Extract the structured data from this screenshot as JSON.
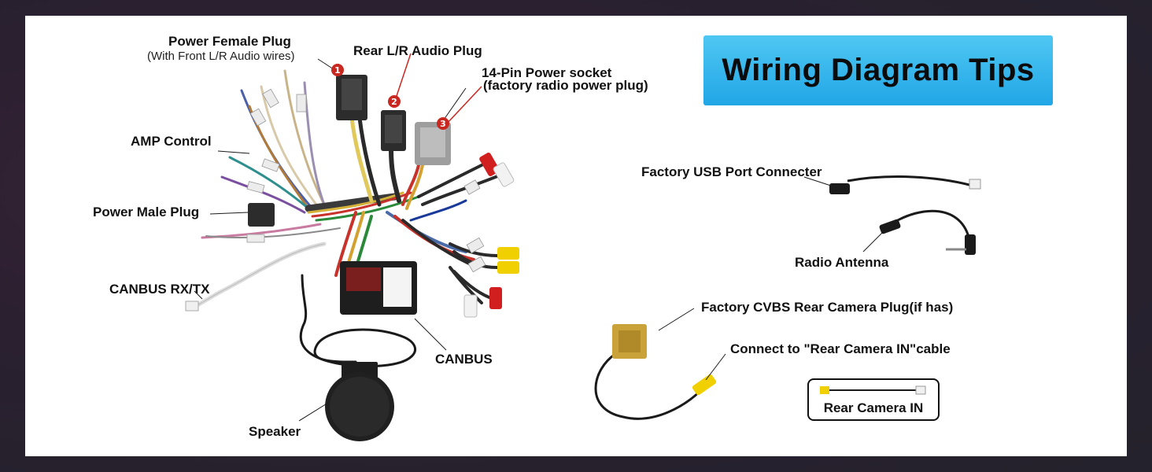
{
  "title": "Wiring Diagram Tips",
  "labels": {
    "power_female_plug": "Power Female Plug",
    "power_female_sub": "(With Front L/R Audio wires)",
    "rear_audio_plug": "Rear L/R Audio Plug",
    "power_socket": "14-Pin Power socket",
    "power_socket_sub": "(factory radio power plug)",
    "amp_control": "AMP Control",
    "power_male_plug": "Power Male Plug",
    "canbus_rxtx": "CANBUS RX/TX",
    "canbus": "CANBUS",
    "speaker": "Speaker",
    "usb_port": "Factory USB Port Connecter",
    "radio_antenna": "Radio Antenna",
    "cvbs_plug": "Factory CVBS Rear Camera Plug(if has)",
    "connect_rear_cam": "Connect to \"Rear Camera IN\"cable",
    "rear_camera_in": "Rear Camera IN"
  },
  "markers": [
    "1",
    "2",
    "3"
  ],
  "colors": {
    "title_bg": "#21a6e6",
    "marker_red": "#c8281f",
    "panel": "#ffffff",
    "background": "#2a2030"
  }
}
